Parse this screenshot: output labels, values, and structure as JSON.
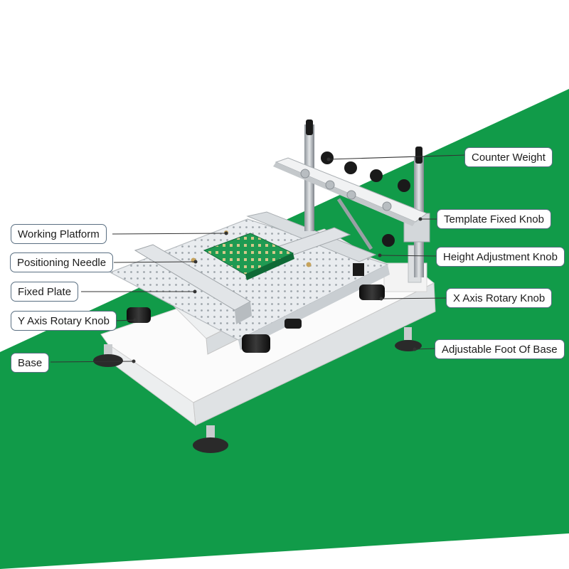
{
  "labels": {
    "counter_weight": "Counter Weight",
    "template_fixed_knob": "Template Fixed Knob",
    "height_adjustment_knob": "Height Adjustment Knob",
    "x_axis_rotary_knob": "X Axis Rotary Knob",
    "adjustable_foot_of_base": "Adjustable Foot Of Base",
    "working_platform": "Working Platform",
    "positioning_needle": "Positioning Needle",
    "fixed_plate": "Fixed Plate",
    "y_axis_rotary_knob": "Y Axis Rotary Knob",
    "base": "Base"
  },
  "colors": {
    "band_green": "#119b49",
    "label_border": "#5a6f82",
    "leader_line": "#333333",
    "pcb_green": "#1f9a52",
    "knob_black": "#1a1a1a"
  }
}
